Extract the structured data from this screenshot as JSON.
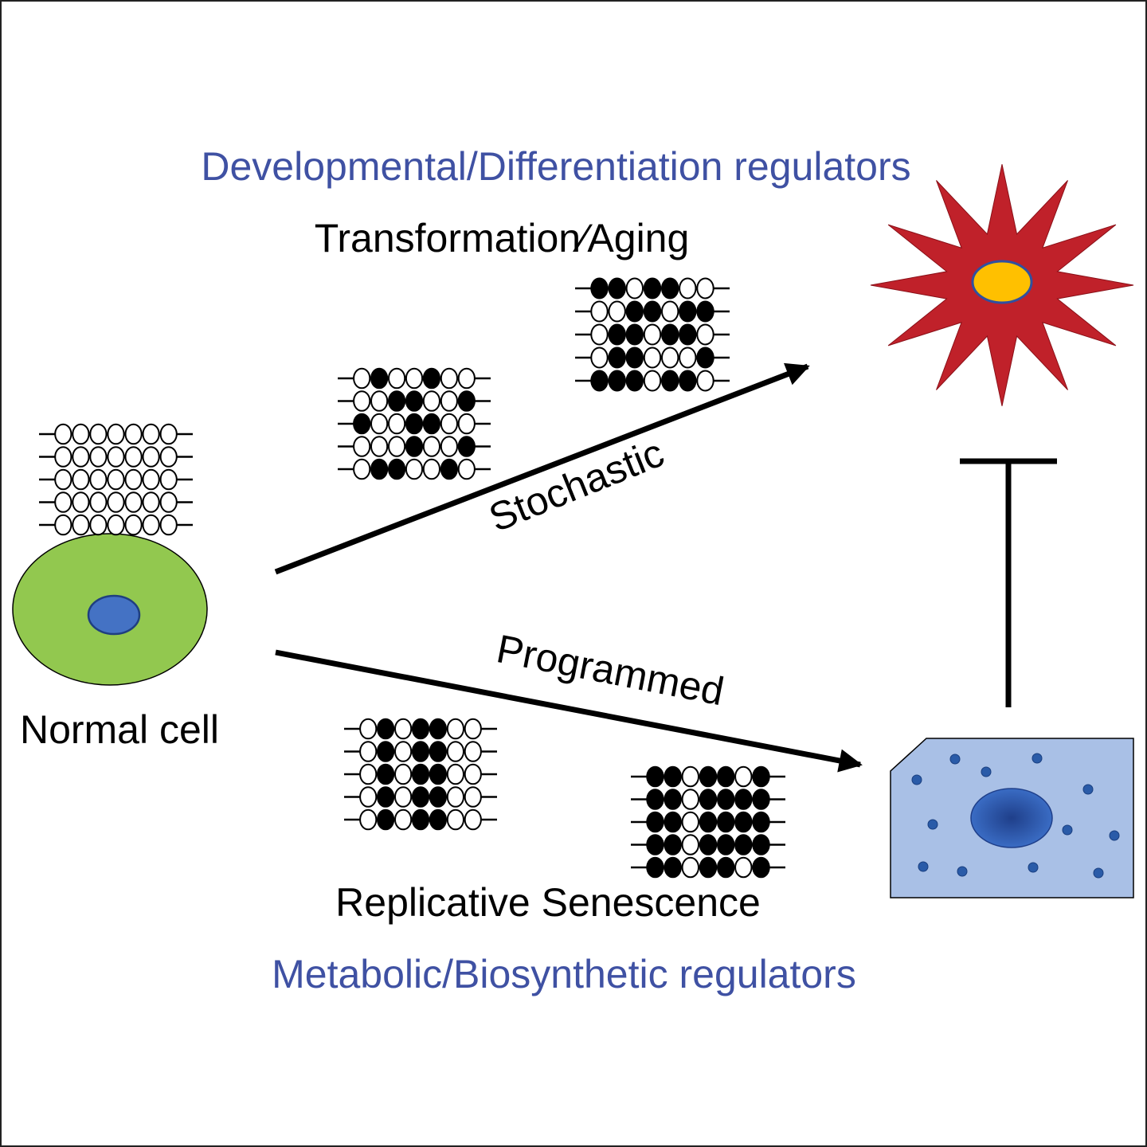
{
  "labels": {
    "top_regulators": "Developmental/Differentiation regulators",
    "top_outcome": "Transformation∕Aging",
    "stochastic": "Stochastic",
    "programmed": "Programmed",
    "normal_cell": "Normal cell",
    "bottom_outcome": "Replicative Senescence",
    "bottom_regulators": "Metabolic/Biosynthetic regulators"
  },
  "colors": {
    "regulator_text": "#3f51a3",
    "normal_cell_body": "#92c84f",
    "normal_cell_nucleus": "#4472c4",
    "transformed_cell_body": "#c0212a",
    "transformed_cell_nucleus": "#ffc000",
    "senescent_cell_body": "#a9c0e6",
    "senescent_cell_nucleus": "#2f5fb3",
    "senescent_cell_granule": "#2a5ba8"
  },
  "methylation_patterns": {
    "normal": [
      [
        0,
        0,
        0,
        0,
        0,
        0,
        0
      ],
      [
        0,
        0,
        0,
        0,
        0,
        0,
        0
      ],
      [
        0,
        0,
        0,
        0,
        0,
        0,
        0
      ],
      [
        0,
        0,
        0,
        0,
        0,
        0,
        0
      ],
      [
        0,
        0,
        0,
        0,
        0,
        0,
        0
      ]
    ],
    "stochastic_early": [
      [
        0,
        1,
        0,
        0,
        1,
        0,
        0
      ],
      [
        0,
        0,
        1,
        1,
        0,
        0,
        1
      ],
      [
        1,
        0,
        0,
        1,
        1,
        0,
        0
      ],
      [
        0,
        0,
        0,
        1,
        0,
        0,
        1
      ],
      [
        0,
        1,
        1,
        0,
        0,
        1,
        0
      ]
    ],
    "stochastic_late": [
      [
        1,
        1,
        0,
        1,
        1,
        0,
        0
      ],
      [
        0,
        0,
        1,
        1,
        0,
        1,
        1
      ],
      [
        0,
        1,
        1,
        0,
        1,
        1,
        0
      ],
      [
        0,
        1,
        1,
        0,
        0,
        0,
        1
      ],
      [
        1,
        1,
        1,
        0,
        1,
        1,
        0
      ]
    ],
    "programmed_early": [
      [
        0,
        1,
        0,
        1,
        1,
        0,
        0
      ],
      [
        0,
        1,
        0,
        1,
        1,
        0,
        0
      ],
      [
        0,
        1,
        0,
        1,
        1,
        0,
        0
      ],
      [
        0,
        1,
        0,
        1,
        1,
        0,
        0
      ],
      [
        0,
        1,
        0,
        1,
        1,
        0,
        0
      ]
    ],
    "programmed_late": [
      [
        1,
        1,
        0,
        1,
        1,
        0,
        1
      ],
      [
        1,
        1,
        0,
        1,
        1,
        1,
        1
      ],
      [
        1,
        1,
        0,
        1,
        1,
        1,
        1
      ],
      [
        1,
        1,
        0,
        1,
        1,
        1,
        1
      ],
      [
        1,
        1,
        0,
        1,
        1,
        0,
        1
      ]
    ]
  }
}
